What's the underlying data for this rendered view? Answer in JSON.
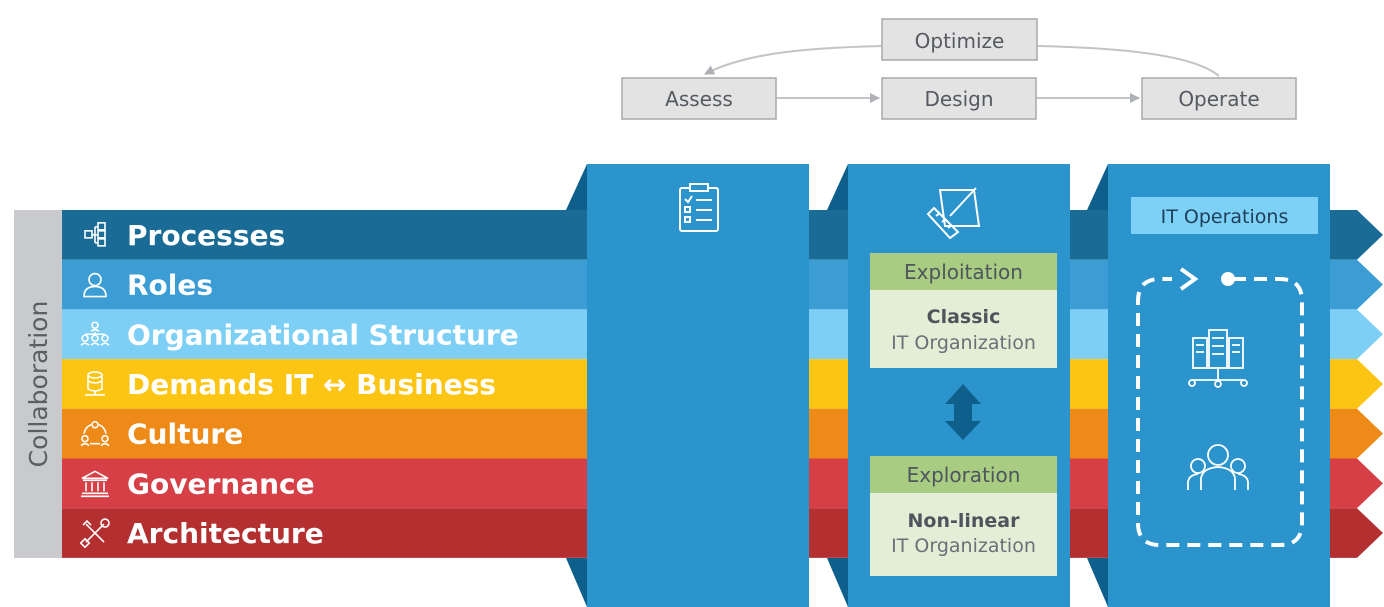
{
  "cycle": {
    "optimize": "Optimize",
    "assess": "Assess",
    "design": "Design",
    "operate": "Operate"
  },
  "side_label": "Collaboration",
  "bands": [
    {
      "label": "Processes",
      "icon": "process-flow-icon",
      "color": "#1a6b96",
      "text_color": "#ffffff"
    },
    {
      "label": "Roles",
      "icon": "person-icon",
      "color": "#3c9dd4",
      "text_color": "#ffffff"
    },
    {
      "label": "Organizational Structure",
      "icon": "org-chart-icon",
      "color": "#7dcff5",
      "text_color": "#ffffff"
    },
    {
      "label": "Demands IT ↔ Business",
      "icon": "database-icon",
      "color": "#fcc413",
      "text_color": "#ffffff"
    },
    {
      "label": "Culture",
      "icon": "people-circle-icon",
      "color": "#ee8a17",
      "text_color": "#ffffff"
    },
    {
      "label": "Governance",
      "icon": "bank-icon",
      "color": "#d63f46",
      "text_color": "#ffffff"
    },
    {
      "label": "Architecture",
      "icon": "tools-icon",
      "color": "#b42f30",
      "text_color": "#ffffff"
    }
  ],
  "panels": {
    "assess": {
      "icon": "clipboard-checklist-icon"
    },
    "design": {
      "icon": "design-tools-icon",
      "exploitation": {
        "header": "Exploitation",
        "title": "Classic",
        "subtitle": "IT Organization"
      },
      "exploration": {
        "header": "Exploration",
        "title": "Non-linear",
        "subtitle": "IT Organization"
      }
    },
    "operate": {
      "header": "IT Operations",
      "icons": [
        "server-rack-icon",
        "team-icon"
      ]
    }
  },
  "colors": {
    "panel": "#2b94cd",
    "panel_dark": "#0f5f8c",
    "box_fill": "#e3e3e3",
    "box_stroke": "#a9a9a9",
    "box_text": "#555a60",
    "green_header": "#a8cc82",
    "green_body": "#e2efd6",
    "side_label_bg": "#c9cacd",
    "it_ops_box": "#7dd0f6"
  }
}
